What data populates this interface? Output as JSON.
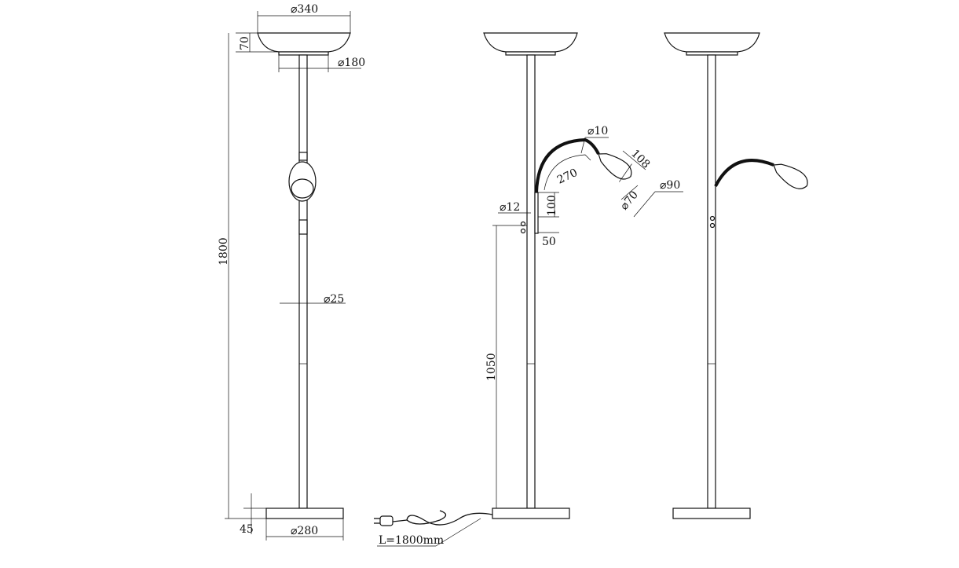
{
  "title": "Floor lamp technical drawing",
  "views": {
    "front": {
      "bowl_diameter": "⌀340",
      "bowl_height": "70",
      "plate_diameter": "⌀180",
      "total_height": "1800",
      "pole_diameter": "⌀25",
      "base_height": "45",
      "base_diameter": "⌀280"
    },
    "side": {
      "arm_diameter": "⌀10",
      "arm_length": "270",
      "head_length": "108",
      "head_inner_diameter": "⌀70",
      "head_outer_diameter": "⌀90",
      "switch_diameter": "⌀12",
      "bracket_height": "100",
      "bracket_offset": "50",
      "arm_mount_height": "1050",
      "cable_length": "L=1800mm"
    }
  },
  "colors": {
    "line": "#111111",
    "background": "#ffffff"
  }
}
